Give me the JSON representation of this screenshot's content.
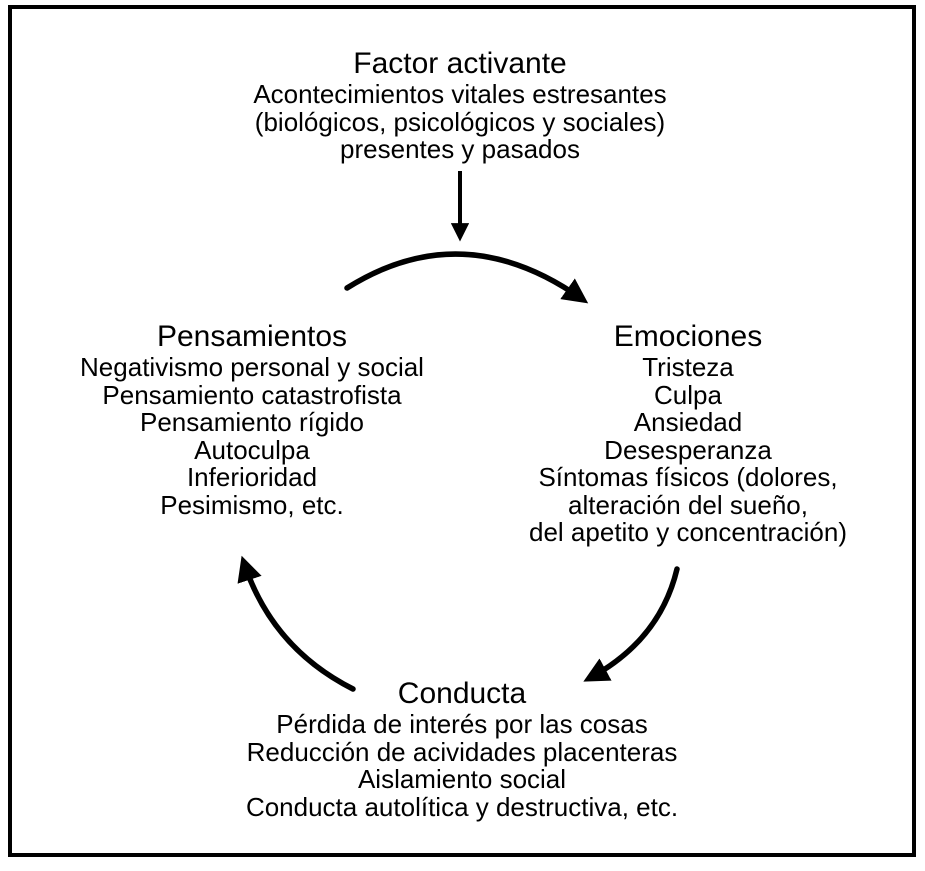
{
  "nodes": {
    "factor": {
      "title": "Factor activante",
      "lines": [
        "Acontecimientos vitales estresantes",
        "(biológicos, psicológicos y sociales)",
        "presentes y pasados"
      ]
    },
    "pensamientos": {
      "title": "Pensamientos",
      "lines": [
        "Negativismo personal y social",
        "Pensamiento catastrofista",
        "Pensamiento rígido",
        "Autoculpa",
        "Inferioridad",
        "Pesimismo, etc."
      ]
    },
    "emociones": {
      "title": "Emociones",
      "lines": [
        "Tristeza",
        "Culpa",
        "Ansiedad",
        "Desesperanza",
        "Síntomas físicos (dolores,",
        "alteración del sueño,",
        "del apetito y concentración)"
      ]
    },
    "conducta": {
      "title": "Conducta",
      "lines": [
        "Pérdida de interés por las cosas",
        "Reducción de acividades placenteras",
        "Aislamiento social",
        "Conducta autolítica y destructiva, etc."
      ]
    }
  },
  "arrows": {
    "factor_to_cycle": "Factor activante → ciclo",
    "pensamientos_to_emociones": "Pensamientos → Emociones",
    "emociones_to_conducta": "Emociones → Conducta",
    "conducta_to_pensamientos": "Conducta → Pensamientos"
  },
  "colors": {
    "ink": "#000000",
    "background": "#ffffff",
    "border": "#000000"
  }
}
